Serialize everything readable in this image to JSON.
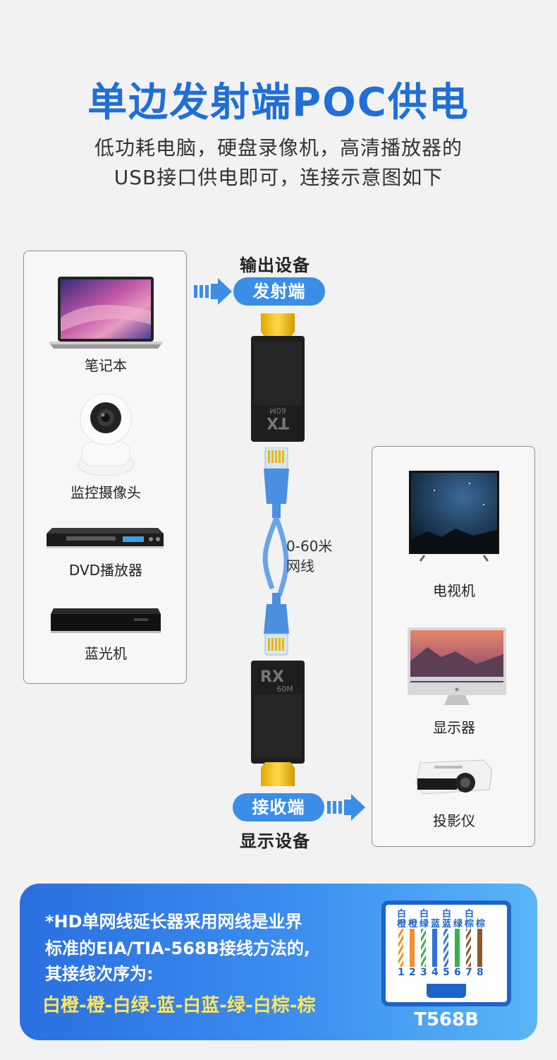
{
  "header": {
    "title": "单边发射端POC供电",
    "subtitle_line1": "低功耗电脑，硬盘录像机，高清播放器的",
    "subtitle_line2": "USB接口供电即可，连接示意图如下"
  },
  "left_devices": [
    {
      "label": "笔记本",
      "icon": "laptop-icon"
    },
    {
      "label": "监控摄像头",
      "icon": "camera-icon"
    },
    {
      "label": "DVD播放器",
      "icon": "dvd-player-icon"
    },
    {
      "label": "蓝光机",
      "icon": "bluray-player-icon"
    }
  ],
  "right_devices": [
    {
      "label": "电视机",
      "icon": "tv-icon"
    },
    {
      "label": "显示器",
      "icon": "monitor-icon"
    },
    {
      "label": "投影仪",
      "icon": "projector-icon"
    }
  ],
  "transmitter": {
    "section": "输出设备",
    "pill": "发射端",
    "module_text": "TX",
    "module_sub": "60M"
  },
  "receiver": {
    "section": "显示设备",
    "pill": "接收端",
    "module_text": "RX",
    "module_sub": "60M"
  },
  "cable": {
    "line1": "0-60米",
    "line2": "网线"
  },
  "banner": {
    "line1": "*HD单网线延长器采用网线是业界",
    "line2": "标准的EIA/TIA-568B接线方法的,",
    "line3": "其接线次序为:",
    "sequence": "白橙-橙-白绿-蓝-白蓝-绿-白棕-棕",
    "standard": "T568B",
    "wire_top_row": [
      "白",
      "白",
      "白",
      "白"
    ],
    "wire_bottom_row": [
      "橙",
      "橙",
      "绿",
      "蓝",
      "蓝",
      "绿",
      "棕",
      "棕"
    ],
    "pins": [
      "1",
      "2",
      "3",
      "4",
      "5",
      "6",
      "7",
      "8"
    ]
  },
  "colors": {
    "title": "#1f6fd6",
    "pill": "#3a8ee8",
    "banner_start": "#2a6fe0",
    "banner_end": "#59b6f6",
    "sequence": "#ffe55c"
  }
}
